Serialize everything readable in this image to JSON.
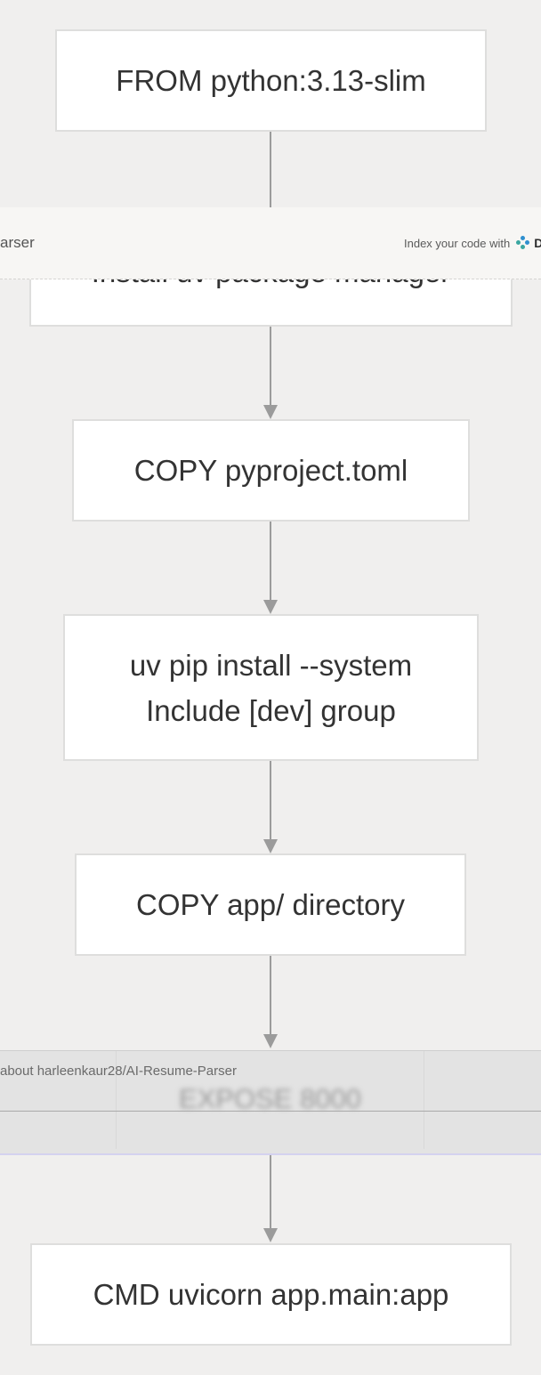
{
  "diagram": {
    "nodes": [
      {
        "id": "from",
        "lines": [
          "FROM python:3.13-slim"
        ]
      },
      {
        "id": "install-uv",
        "lines": [
          "Install uv package manager"
        ]
      },
      {
        "id": "copy-pyproject",
        "lines": [
          "COPY pyproject.toml"
        ]
      },
      {
        "id": "pip-install",
        "lines": [
          "uv pip install --system",
          "Include [dev] group"
        ]
      },
      {
        "id": "copy-app",
        "lines": [
          "COPY app/ directory"
        ]
      },
      {
        "id": "expose",
        "lines": [
          "EXPOSE 8000"
        ]
      },
      {
        "id": "cmd",
        "lines": [
          "CMD uvicorn app.main:app"
        ]
      }
    ]
  },
  "top_bar": {
    "repo_fragment": "arser",
    "index_label": "Index your code with",
    "brand_fragment": "De",
    "brand_icon": "deepwiki-logo-icon"
  },
  "bottom_bar": {
    "ask_prompt": "about harleenkaur28/AI-Resume-Parser"
  },
  "colors": {
    "canvas": "#f0efee",
    "node_fill": "#ffffff",
    "node_border": "#dededd",
    "edge": "#9b9b9b",
    "brand_blue": "#2f8fcf"
  }
}
